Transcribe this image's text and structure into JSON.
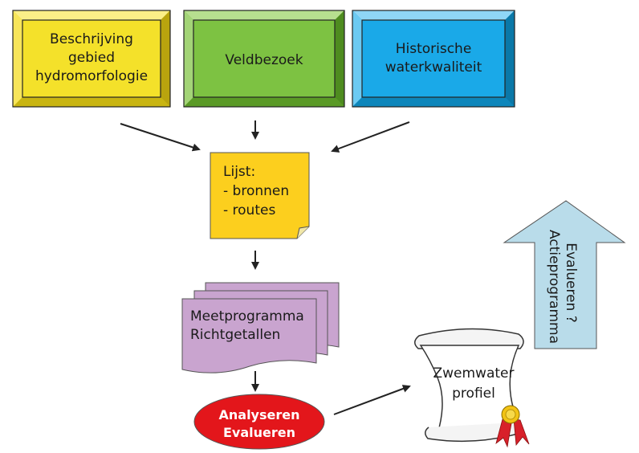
{
  "boxes": {
    "beschrijving": {
      "lines": [
        "Beschrijving",
        "gebied",
        "hydromorfologie"
      ],
      "color": "#f4e12a"
    },
    "veldbezoek": {
      "lines": [
        "Veldbezoek"
      ],
      "color": "#7dc242"
    },
    "historisch": {
      "lines": [
        "Historische",
        "waterkwaliteit"
      ],
      "color": "#1aa9e8"
    }
  },
  "note": {
    "lines": [
      "Lijst:",
      "- bronnen",
      "- routes"
    ],
    "color": "#fccf1e"
  },
  "document": {
    "lines": [
      "Meetprogramma",
      "Richtgetallen"
    ],
    "color": "#c9a4cf"
  },
  "ellipse": {
    "lines": [
      "Analyseren",
      "Evalueren"
    ],
    "color": "#e3161b"
  },
  "scroll": {
    "lines": [
      "Zwemwater",
      "profiel"
    ]
  },
  "up_arrow": {
    "lines": [
      "Evalueren ?",
      "Actieprogramma"
    ],
    "color": "#b9dcea"
  }
}
